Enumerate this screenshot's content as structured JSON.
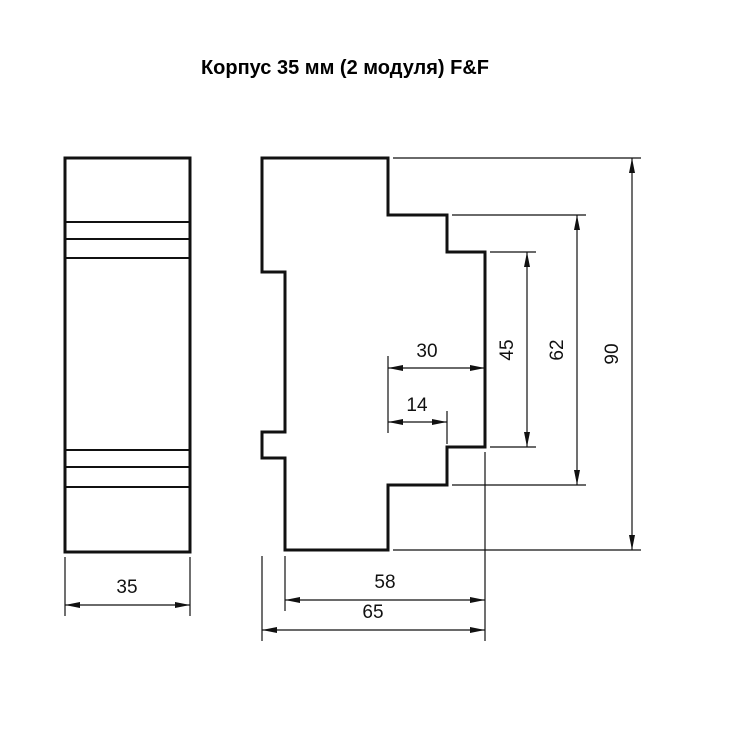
{
  "title": "Корпус 35 мм (2 модуля) F&F",
  "colors": {
    "ink": "#111111",
    "background": "#ffffff"
  },
  "front_view": {
    "width_mm": "35"
  },
  "side_view": {
    "dims": {
      "terminal_depth": "30",
      "terminal_recess": "14",
      "front_face_height": "45",
      "mid_height": "62",
      "total_height": "90",
      "body_depth": "58",
      "total_depth": "65"
    }
  }
}
